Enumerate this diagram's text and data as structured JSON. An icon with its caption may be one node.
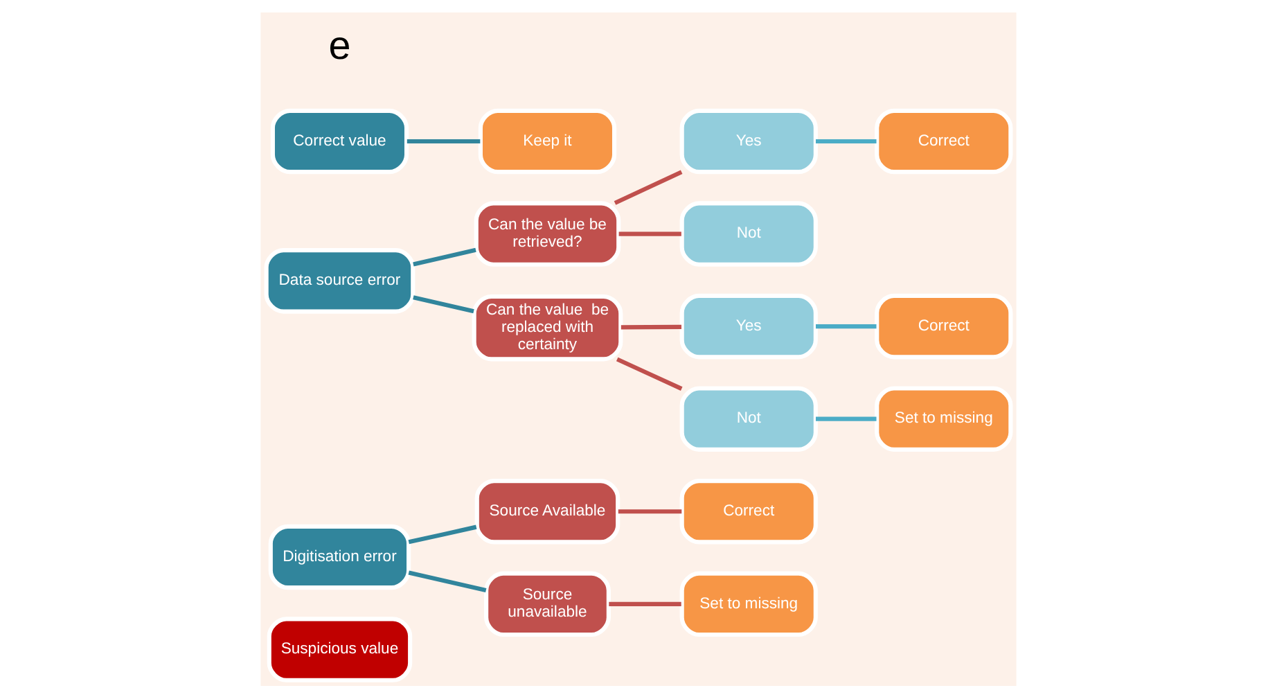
{
  "diagram": {
    "nodes": [
      {
        "text": [
          "Suspicious value"
        ]
      },
      {
        "text": [
          "Digitisation error"
        ]
      },
      {
        "text": [
          "Source Available"
        ]
      },
      {
        "text": [
          "Source unavailable"
        ]
      },
      {
        "text": [
          "Correct"
        ]
      },
      {
        "text": [
          "Set to missing"
        ]
      },
      {
        "text": [
          "Data source error"
        ]
      },
      {
        "text": [
          "Can the value be retrieved?"
        ]
      },
      {
        "text": [
          "Yes"
        ]
      },
      {
        "text": [
          "Not"
        ]
      },
      {
        "text": [
          "Correct"
        ]
      },
      {
        "text": [
          "Can the value  be replaced with certainty"
        ]
      },
      {
        "text": [
          "Yes"
        ]
      },
      {
        "text": [
          "Not"
        ]
      },
      {
        "text": [
          "Correct"
        ]
      },
      {
        "text": [
          "Set to missing"
        ]
      },
      {
        "text": [
          "Correct value"
        ]
      },
      {
        "text": [
          "Keep it"
        ]
      }
    ],
    "edges": [
      {
        "from": 1,
        "to": 2,
        "arrow": "none",
        "color": "#31859c"
      },
      {
        "from": 1,
        "to": 3,
        "arrow": "none",
        "color": "#31859c"
      },
      {
        "from": 2,
        "to": 4,
        "arrow": "none"
      },
      {
        "from": 3,
        "to": 5,
        "arrow": "none"
      },
      {
        "from": 6,
        "to": 7,
        "arrow": "none",
        "color": "#31859c"
      },
      {
        "from": 6,
        "to": 11,
        "arrow": "none",
        "color": "#31859c"
      },
      {
        "from": 7,
        "to": 8,
        "arrow": "none"
      },
      {
        "from": 7,
        "to": 9,
        "arrow": "none"
      },
      {
        "from": 8,
        "to": 10,
        "arrow": "none",
        "color": "#4bacc6"
      },
      {
        "from": 11,
        "to": 12,
        "arrow": "none"
      },
      {
        "from": 11,
        "to": 13,
        "arrow": "none"
      },
      {
        "from": 12,
        "to": 14,
        "arrow": "none",
        "color": "#4bacc6"
      },
      {
        "from": 13,
        "to": 15,
        "arrow": "none",
        "color": "#4bacc6"
      },
      {
        "from": 16,
        "to": 17,
        "arrow": "none",
        "color": "#31859c"
      }
    ],
    "labels": [
      "e"
    ]
  }
}
